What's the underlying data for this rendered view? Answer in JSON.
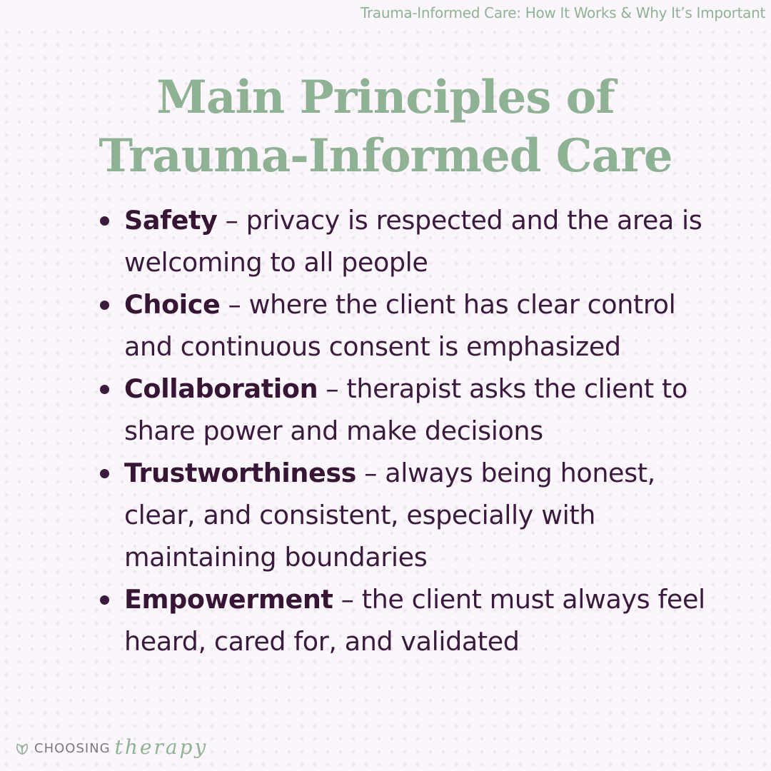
{
  "article": {
    "title": "Trauma-Informed Care: How It Works & Why It’s Important"
  },
  "heading": {
    "line1": "Main Principles of",
    "line2": "Trauma-Informed Care"
  },
  "principles": [
    {
      "term": "Safety",
      "desc": " – privacy is respected and the area is welcoming to all people"
    },
    {
      "term": "Choice",
      "desc": " – where the client has clear control and continuous consent is emphasized"
    },
    {
      "term": "Collaboration",
      "desc": " – therapist asks the client to share power and make decisions"
    },
    {
      "term": "Trustworthiness",
      "desc": " – always being honest, clear, and consistent, especially with maintaining boundaries"
    },
    {
      "term": "Empowerment",
      "desc": " – the client must always feel heard, cared for, and validated"
    }
  ],
  "brand": {
    "word1": "CHOOSING",
    "word2": "therapy",
    "icon": "leaf-icon"
  },
  "colors": {
    "accent_green": "#8fb295",
    "text_plum": "#3a1a3d",
    "background": "#fbf6fb"
  }
}
